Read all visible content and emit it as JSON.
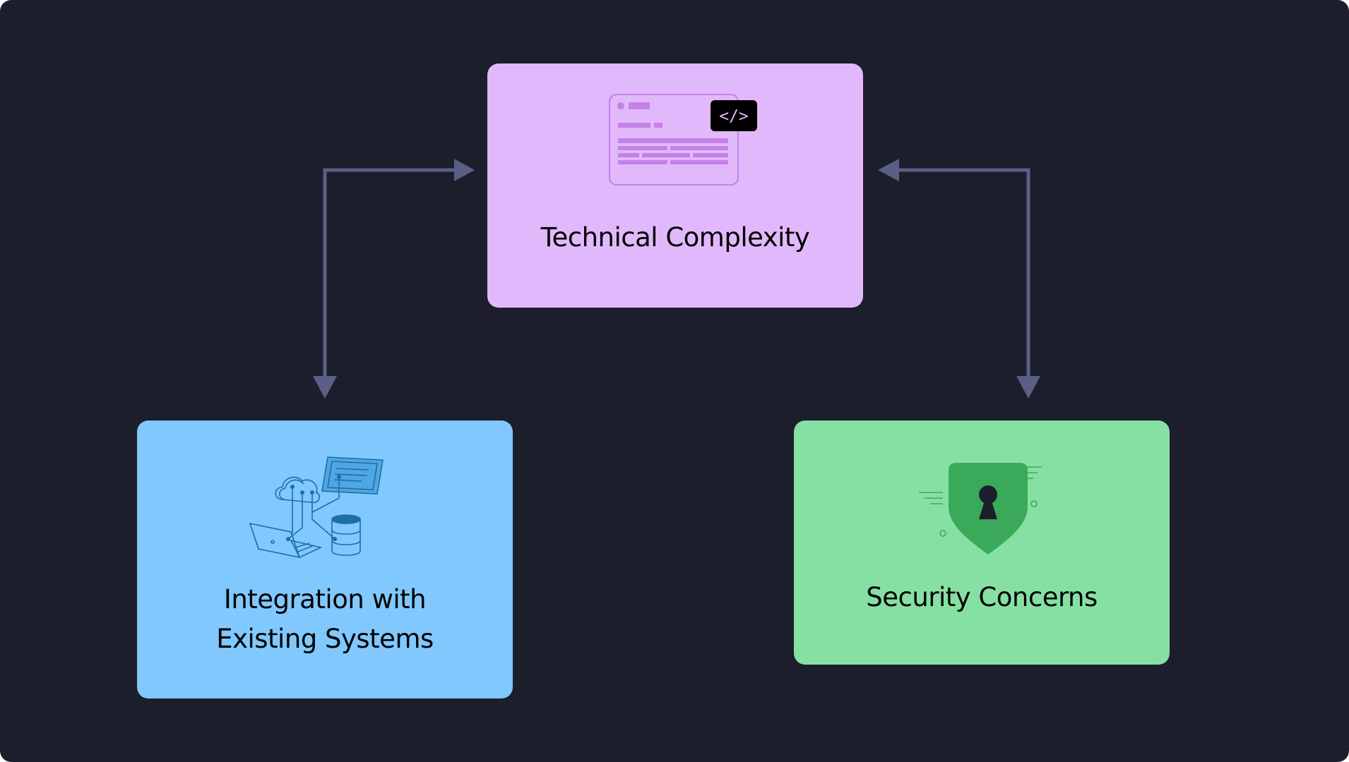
{
  "nodes": {
    "technical": {
      "title": "Technical Complexity",
      "color": "#e2b8fd",
      "icon": "code-window-icon"
    },
    "integration": {
      "title": "Integration with Existing Systems",
      "color": "#80c8fd",
      "icon": "cloud-integration-icon"
    },
    "security": {
      "title": "Security Concerns",
      "color": "#86e0a3",
      "icon": "shield-lock-icon"
    }
  },
  "edges": [
    {
      "from": "technical",
      "to": "integration",
      "bidirectional": true
    },
    {
      "from": "technical",
      "to": "security",
      "bidirectional": true
    }
  ],
  "colors": {
    "background": "#1c1e2b",
    "connector": "#5a5f86"
  }
}
